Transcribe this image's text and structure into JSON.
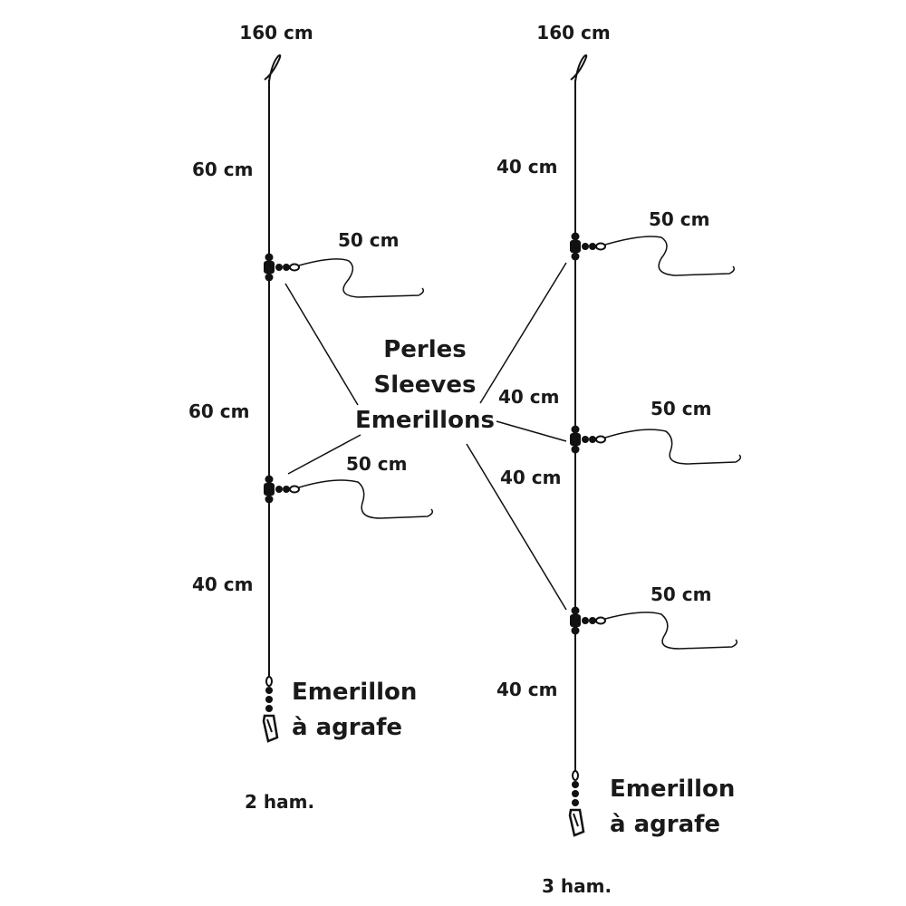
{
  "left_rig": {
    "top_label": "160 cm",
    "segments": [
      "60 cm",
      "60 cm",
      "40 cm"
    ],
    "snoods": [
      "50 cm",
      "50 cm"
    ],
    "snap_label_line1": "Emerillon",
    "snap_label_line2": "à agrafe",
    "caption": "2 ham."
  },
  "right_rig": {
    "top_label": "160 cm",
    "segments": [
      "40 cm",
      "40 cm",
      "40 cm",
      "40 cm"
    ],
    "snoods": [
      "50 cm",
      "50 cm",
      "50 cm"
    ],
    "snap_label_line1": "Emerillon",
    "snap_label_line2": "à agrafe",
    "caption": "3 ham."
  },
  "components": {
    "line1": "Perles",
    "line2": "Sleeves",
    "line3": "Emerillons"
  }
}
